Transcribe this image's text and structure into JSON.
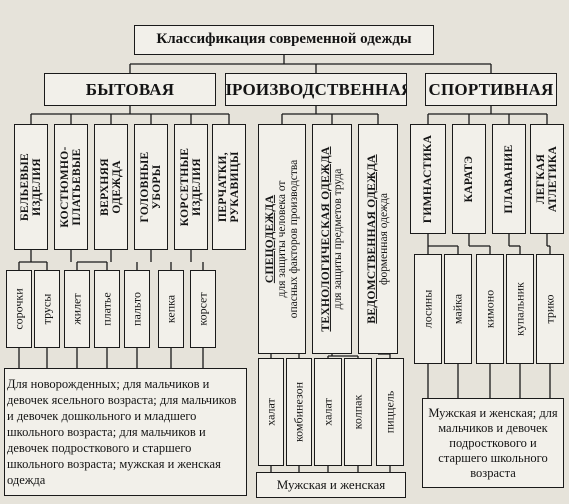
{
  "title": "Классификация современной одежды",
  "categories": [
    {
      "id": "bytovaya",
      "label": "БЫТОВАЯ"
    },
    {
      "id": "proizv",
      "label": "ПРОИЗВОДСТВЕННАЯ"
    },
    {
      "id": "sport",
      "label": "СПОРТИВНАЯ"
    }
  ],
  "bytovaya": {
    "groups": [
      {
        "lines": [
          "БЕЛЬЕВЫЕ",
          "ИЗДЕЛИЯ"
        ]
      },
      {
        "lines": [
          "КОСТЮМНО-",
          "ПЛАТЬЕВЫЕ"
        ]
      },
      {
        "lines": [
          "ВЕРХНЯЯ",
          "ОДЕЖДА"
        ]
      },
      {
        "lines": [
          "ГОЛОВНЫЕ",
          "УБОРЫ"
        ]
      },
      {
        "lines": [
          "КОРСЕТНЫЕ",
          "ИЗДЕЛИЯ"
        ]
      },
      {
        "lines": [
          "ПЕРЧАТКИ,",
          "РУКАВИЦЫ"
        ]
      }
    ],
    "items": [
      "сорочки",
      "трусы",
      "жилет",
      "платье",
      "пальто",
      "кепка",
      "корсет"
    ],
    "note": "Для новорожденных; для мальчиков и девочек ясельного возраста; для мальчиков и девочек дошкольного и младшего школьного возраста; для мальчиков и девочек подросткового и старшего школьного возраста; мужская и женская одежда"
  },
  "proizv": {
    "groups": [
      {
        "heading": "СПЕЦОДЕЖДА",
        "sub": [
          "для защиты человека от",
          "опасных факторов производства"
        ]
      },
      {
        "heading": "ТЕХНОЛОГИЧЕСКАЯ ОДЕЖДА",
        "sub": [
          "для защиты предметов труда"
        ]
      },
      {
        "heading": "ВЕДОМСТВЕННАЯ ОДЕЖДА",
        "sub": [
          "форменная одежда"
        ]
      }
    ],
    "items": [
      "халат",
      "комбинезон",
      "халат",
      "колпак",
      "пиццель"
    ],
    "note": "Мужская и женская"
  },
  "sport": {
    "groups": [
      {
        "lines": [
          "ГИМНАСТИКА"
        ]
      },
      {
        "lines": [
          "КАРАТЭ"
        ]
      },
      {
        "lines": [
          "ПЛАВАНИЕ"
        ]
      },
      {
        "lines": [
          "ЛЕГКАЯ",
          "АТЛЕТИКА"
        ]
      }
    ],
    "items": [
      "лосины",
      "майка",
      "кимоно",
      "купальник",
      "трико"
    ],
    "note": "Мужская и женская; для мальчиков и девочек подросткового и старшего школьного возраста"
  }
}
